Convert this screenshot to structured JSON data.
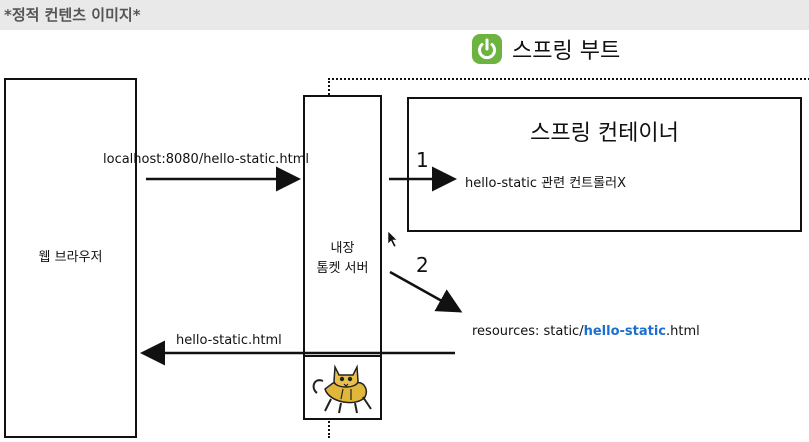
{
  "page_title": "*정적 컨텐츠 이미지*",
  "spring_boot": {
    "label": "스프링 부트",
    "icon": "spring-power-icon"
  },
  "browser": {
    "label": "웹 브라우저"
  },
  "tomcat": {
    "line1": "내장",
    "line2": "톰켓 서버",
    "icon": "tomcat-logo-icon"
  },
  "spring_container": {
    "title": "스프링 컨테이너"
  },
  "request": {
    "label": "localhost:8080/hello-static.html"
  },
  "response": {
    "label": "hello-static.html"
  },
  "step1": {
    "number": "1",
    "label": "hello-static 관련 컨트롤러X"
  },
  "step2": {
    "number": "2",
    "prefix": "resources: static/",
    "highlight": "hello-static",
    "suffix": ".html"
  },
  "colors": {
    "spring_green": "#6db33f",
    "link_blue": "#1a6fd0",
    "line": "#111111"
  }
}
